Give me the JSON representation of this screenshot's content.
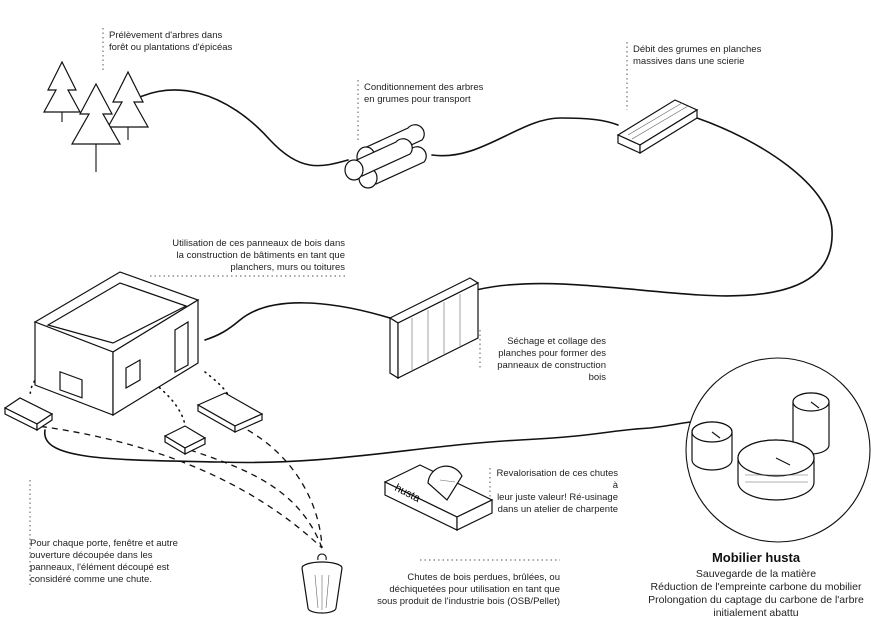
{
  "steps": {
    "step1": [
      "Prélèvement d'arbres dans",
      "forêt ou plantations d'épicéas"
    ],
    "step2": [
      "Conditionnement des arbres",
      "en grumes pour transport"
    ],
    "step3": [
      "Débit des grumes en planches",
      "massives dans une scierie"
    ],
    "step4": [
      "Séchage et collage des",
      "planches pour former des",
      "panneaux de construction bois"
    ],
    "step5": [
      "Utilisation de ces panneaux de bois dans",
      "la construction de bâtiments en tant que",
      "planchers, murs ou toitures"
    ],
    "step6": [
      "Pour chaque porte, fenêtre et autre",
      "ouverture découpée dans les",
      "panneaux, l'élément découpé est",
      "considéré comme une chute."
    ],
    "step7": [
      "Chutes de bois perdues, brûlées, ou",
      "déchiquetées pour utilisation en tant que",
      "sous produit de l'industrie bois (OSB/Pellet)"
    ],
    "step8": [
      "Revalorisation de ces chutes à",
      "leur juste valeur! Ré-usinage",
      "dans un atelier de charpente"
    ]
  },
  "outcome": {
    "title": "Mobilier husta",
    "lines": [
      "Sauvegarde de la matière",
      "Réduction de l'empreinte carbone du mobilier",
      "Prolongation du captage du carbone de l'arbre",
      "initialement abattu"
    ]
  },
  "machine_brand": "husta",
  "icons": [
    "trees-icon",
    "logs-icon",
    "planks-icon",
    "panel-icon",
    "house-icon",
    "offcut-icon",
    "trash-bin-icon",
    "saw-machine-icon",
    "stools-icon"
  ]
}
